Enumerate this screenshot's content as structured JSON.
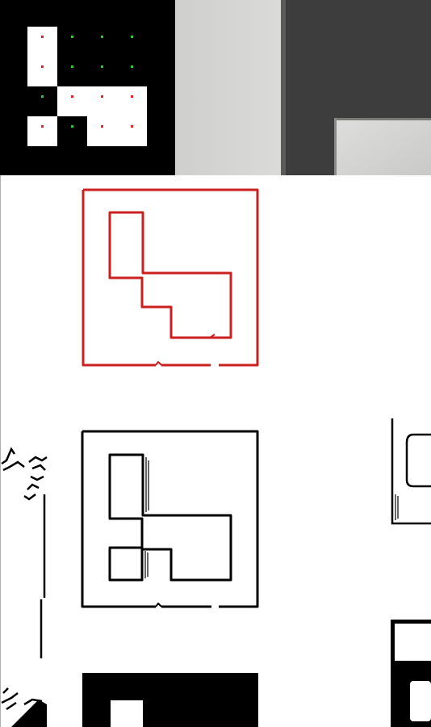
{
  "panels": [
    {
      "id": "marker-grid",
      "kind": "binary-marker-with-sample-dots"
    },
    {
      "id": "camera-crop",
      "kind": "photo-crop-dark-panel"
    },
    {
      "id": "red-contour",
      "kind": "outline-trace"
    },
    {
      "id": "edge-map",
      "kind": "edge-detection-output"
    },
    {
      "id": "thresholded-marker",
      "kind": "binary-threshold-crop"
    }
  ],
  "marker": {
    "cells": [
      [
        1,
        0,
        0,
        0
      ],
      [
        1,
        0,
        0,
        0
      ],
      [
        0,
        1,
        1,
        1
      ],
      [
        1,
        0,
        1,
        1
      ]
    ],
    "dot_colors": {
      "white_cell": "#e0242a",
      "black_cell": "#2ec83a"
    }
  },
  "colors": {
    "background": "#ffffff",
    "marker_black": "#000000",
    "marker_white": "#ffffff",
    "photo_light": "#d4d4d2",
    "photo_dark": "#3a3b3a",
    "contour_red": "#cc1f1f",
    "edge_black": "#000000"
  }
}
